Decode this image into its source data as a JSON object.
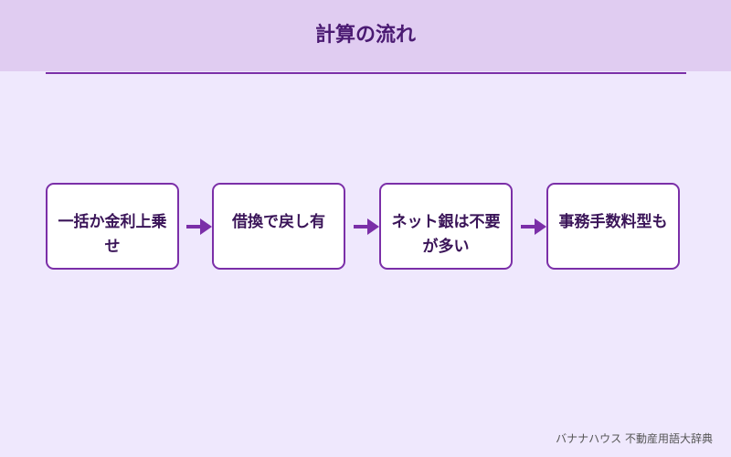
{
  "header": {
    "title": "計算の流れ"
  },
  "flow": {
    "steps": [
      "一括か金利上乗せ",
      "借換で戻し有",
      "ネット銀は不要が多い",
      "事務手数料型も"
    ],
    "connector_icon": "arrow-right-icon"
  },
  "footer": {
    "credit": "バナナハウス 不動産用語大辞典"
  },
  "colors": {
    "header_bg": "#e0ccf1",
    "page_bg": "#efe8fd",
    "accent": "#7b2fa8",
    "title_text": "#4a1a72",
    "step_text": "#3a1458"
  }
}
